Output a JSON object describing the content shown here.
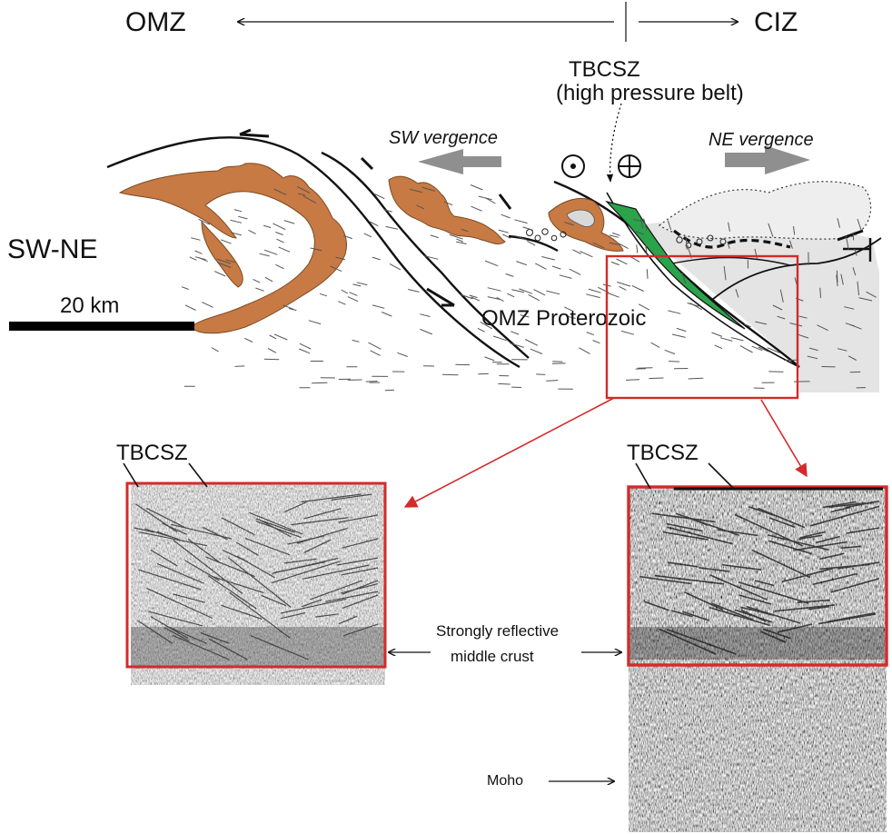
{
  "zones": {
    "left": "OMZ",
    "right": "CIZ"
  },
  "tbcsz_label": {
    "line1": "TBCSZ",
    "line2": "(high pressure belt)"
  },
  "vergence": {
    "sw": "SW vergence",
    "ne": "NE vergence"
  },
  "section_label": "SW-NE",
  "scale_label": "20 km",
  "proterozoic_label": "OMZ Proterozoic",
  "inset_left": {
    "label": "TBCSZ"
  },
  "inset_right": {
    "label": "TBCSZ"
  },
  "annotations": {
    "reflective_line1": "Strongly reflective",
    "reflective_line2": "middle crust",
    "moho": "Moho"
  },
  "colors": {
    "fold_fill": "#c77a44",
    "shear_zone_green": "#2aa34a",
    "box_red": "#d42a2a",
    "ciz_shade": "#e4e4e4",
    "arrow_grey": "#8f8f8f"
  }
}
